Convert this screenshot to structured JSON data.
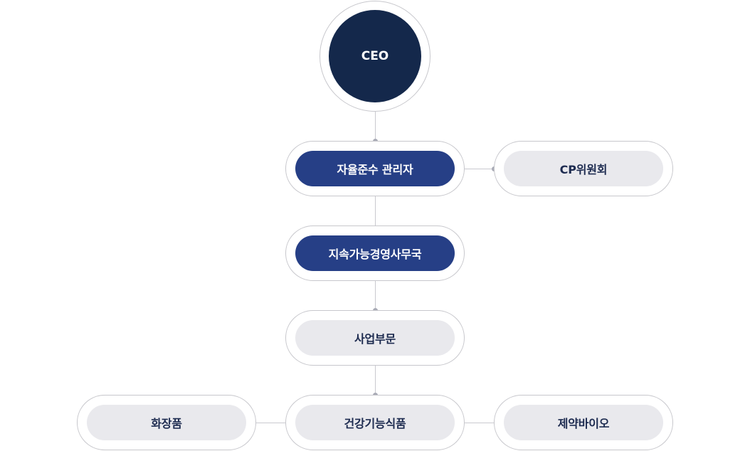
{
  "org_chart": {
    "ceo": {
      "label": "CEO"
    },
    "compliance_manager": {
      "label": "자율준수 관리자"
    },
    "cp_committee": {
      "label": "CP위원회"
    },
    "sustainability_office": {
      "label": "지속가능경영사무국"
    },
    "business_division": {
      "label": "사업부문"
    },
    "divisions": [
      {
        "label": "화장품"
      },
      {
        "label": "건강기능식품"
      },
      {
        "label": "제약바이오"
      }
    ]
  },
  "colors": {
    "ceo_fill": "#14284b",
    "primary_pill": "#263f86",
    "secondary_pill": "#e9e9ed",
    "secondary_text": "#1d2b50",
    "ring_border": "#c7c7cc",
    "connector": "#c9c9cf",
    "connector_dot": "#a9abb6"
  }
}
